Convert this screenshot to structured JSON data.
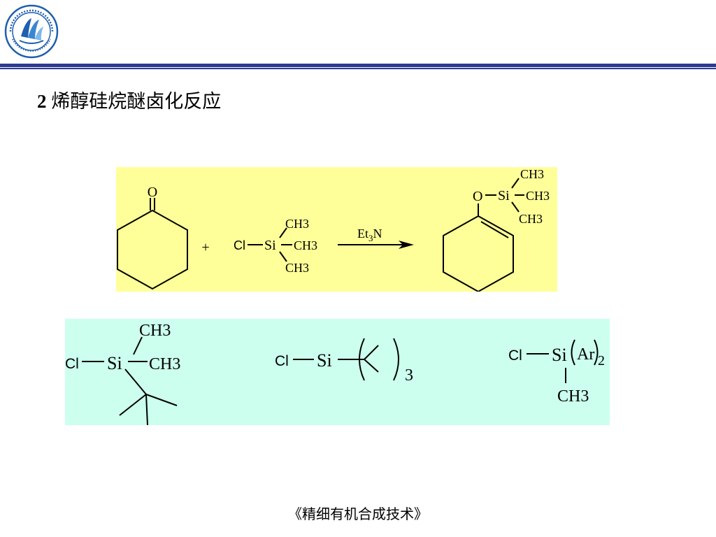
{
  "header": {
    "logo_icon": "university-seal-icon",
    "rule_color": "#2e3a91"
  },
  "slide": {
    "title_number": "2",
    "title_text": "烯醇硅烷醚卤化反应"
  },
  "reaction": {
    "background": "#ffff99",
    "ketone_oxygen": "O",
    "plus": "+",
    "reagent_cl": "Cl",
    "reagent_si": "Si",
    "reagent_me_top": "CH3",
    "reagent_me_right": "CH3",
    "reagent_me_bottom": "CH3",
    "arrow_label_prefix": "Et",
    "arrow_label_sub": "3",
    "arrow_label_suffix": "N",
    "product_o": "O",
    "product_si": "Si",
    "product_me_top": "CH3",
    "product_me_right": "CH3",
    "product_me_bottom": "CH3"
  },
  "reagents": {
    "background": "#ccffee",
    "r1_cl": "Cl",
    "r1_si": "Si",
    "r1_me_top": "CH3",
    "r1_me_right": "CH3",
    "r2_cl": "Cl",
    "r2_si": "Si",
    "r2_subscript": "3",
    "r3_cl": "Cl",
    "r3_si": "Si",
    "r3_ar": "Ar",
    "r3_subscript": "2",
    "r3_me": "CH3"
  },
  "footer": {
    "text": "《精细有机合成技术》"
  }
}
